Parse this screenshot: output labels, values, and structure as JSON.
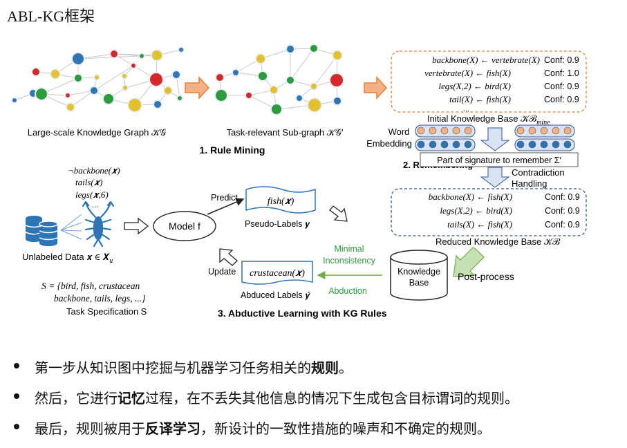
{
  "title": "ABL-KG框架",
  "kg": {
    "large_label": "Large-scale Knowledge Graph 𝒦𝒢",
    "sub_label": "Task-relevant Sub-graph 𝒦𝒢′",
    "step1": "1. Rule Mining"
  },
  "initial_kb": {
    "rules": [
      {
        "text": "backbone(X) ← vertebrate(X)",
        "conf": "Conf: 0.9"
      },
      {
        "text": "vertebrate(X) ← fish(X)",
        "conf": "Conf: 1.0"
      },
      {
        "text": "legs(X,2) ← bird(X)",
        "conf": "Conf: 0.9"
      },
      {
        "text": "tail(X) ← fish(X)",
        "conf": "Conf: 0.9"
      }
    ],
    "ellipsis": "...",
    "label": "Initial Knowledge Base 𝒦ℬ",
    "label_sub": "mine"
  },
  "remember": {
    "word": "Word",
    "embedding": "Embedding",
    "step2": "2. Remembering",
    "signature": "Part of signature to remember Σ′",
    "contradiction": "Contradiction",
    "handling": "Handling"
  },
  "reduced_kb": {
    "rules": [
      {
        "text": "backbone(X) ← fish(X)",
        "conf": "Conf: 0.9"
      },
      {
        "text": "legs(X,2) ← bird(X)",
        "conf": "Conf: 0.9"
      },
      {
        "text": "tails(X) ← fish(X)",
        "conf": "Conf: 0.9"
      }
    ],
    "label": "Reduced Knowledge Base 𝒦ℬ"
  },
  "kb_cylinder": {
    "line1": "Knowledge",
    "line2": "Base"
  },
  "post_process": "Post-process",
  "abductive": {
    "query1": "¬backbone(𝒙)",
    "query2": "tails(𝒙)",
    "query3": "legs(𝒙,6)",
    "query_ellipsis": "...",
    "unlabeled": "Unlabeled Data 𝒙 ∈ 𝑿",
    "unlabeled_sub": "u",
    "spec1": "S = {bird, fish, crustacean",
    "spec2": "backbone, tails, legs, ...}",
    "spec3": "Task Specification S",
    "model": "Model f",
    "predict": "Predict",
    "pseudo_value": "fish(𝒙)",
    "pseudo_label": "Pseudo-Labels 𝒚",
    "update": "Update",
    "abduced_value": "crustacean(𝒙)",
    "abduced_label": "Abduced Labels 𝒚̄",
    "minimal1": "Minimal",
    "minimal2": "Inconsistency",
    "abduction": "Abduction",
    "step3": "3. Abductive Learning with KG Rules"
  },
  "bullets": [
    {
      "before": "第一步从知识图中挖掘与机器学习任务相关的",
      "bold": "规则",
      "after": "。"
    },
    {
      "before": "然后，它进行",
      "bold": "记忆",
      "after": "过程，在不丢失其他信息的情况下生成包含目标谓词的规则。"
    },
    {
      "before": "最后，规则被用于",
      "bold": "反译学习",
      "after": "，新设计的一致性措施的噪声和不确定的规则。"
    }
  ],
  "colors": {
    "orange": "#ED7D31",
    "blue_node": "#2E75B6",
    "green_node": "#2E9A3E",
    "red_node": "#D62828",
    "yellow_node": "#E3C02E",
    "green_arrow": "#70AD47",
    "dashed_blue": "#2F5597"
  }
}
